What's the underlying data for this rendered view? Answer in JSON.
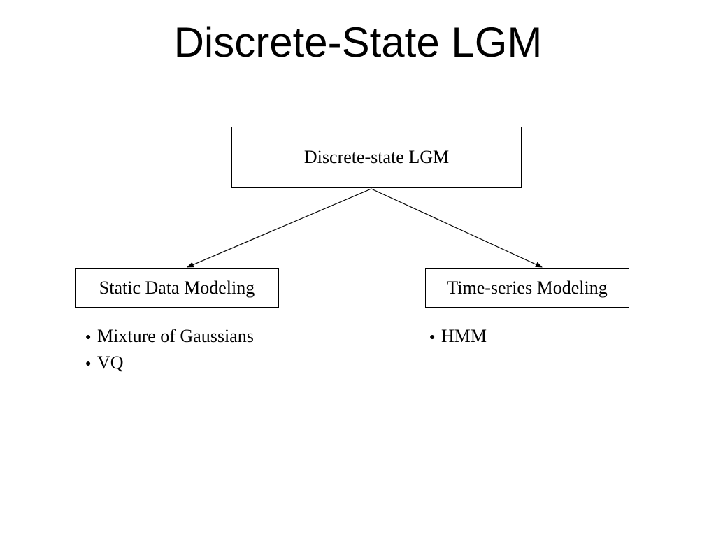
{
  "title": "Discrete-State LGM",
  "diagram": {
    "root": "Discrete-state LGM",
    "left_child": {
      "label": "Static Data Modeling",
      "bullets": [
        "Mixture of Gaussians",
        "VQ"
      ]
    },
    "right_child": {
      "label": "Time-series Modeling",
      "bullets": [
        "HMM"
      ]
    },
    "bullet_glyph": "●"
  },
  "colors": {
    "line": "#000000",
    "background": "#ffffff",
    "text": "#000000"
  }
}
